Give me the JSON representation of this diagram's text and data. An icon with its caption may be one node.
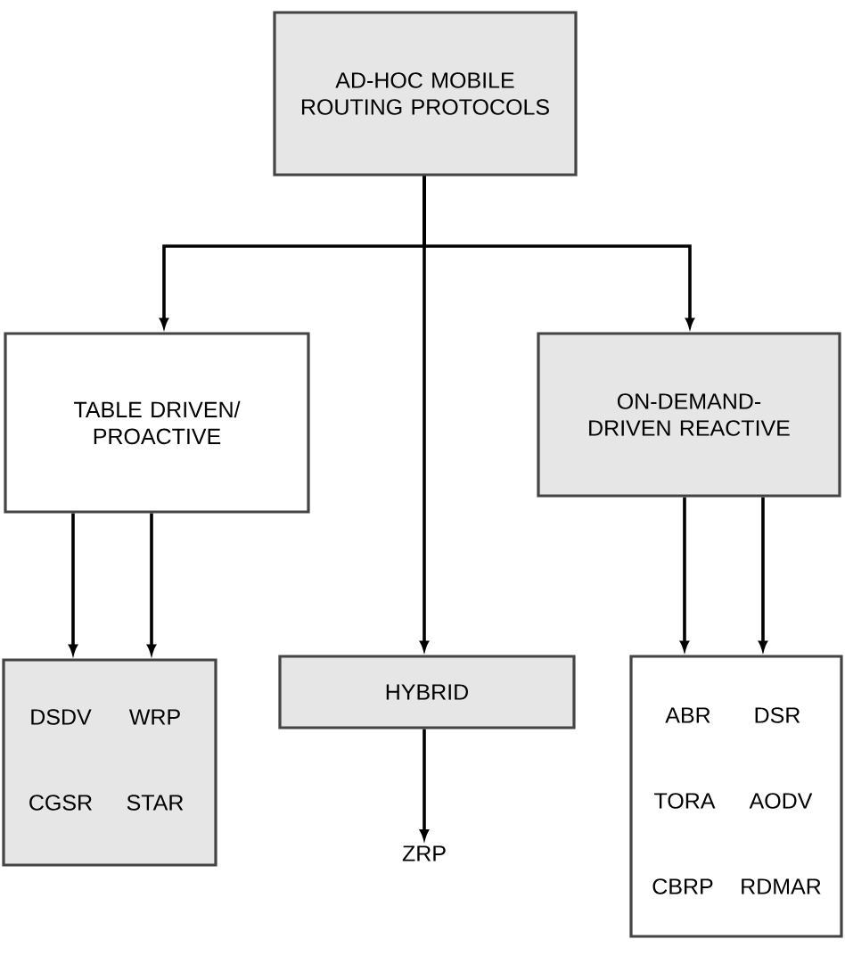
{
  "diagram": {
    "nodes": [
      {
        "text": [
          "AD-HOC MOBILE ROUTING PROTOCOLS"
        ]
      },
      {
        "text": [
          "TABLE DRIVEN/ PROACTIVE"
        ]
      },
      {
        "text": [
          "ON-DEMAND-DRIVEN REACTIVE"
        ]
      },
      {
        "text": [
          "DSDV",
          "WRP",
          "CGSR",
          "STAR"
        ]
      },
      {
        "text": [
          "HYBRID"
        ]
      },
      {
        "text": [
          "ZRP"
        ]
      },
      {
        "text": [
          "ABR",
          "DSR",
          "TORA",
          "AODV",
          "CBRP",
          "RDMAR"
        ]
      }
    ],
    "edges": [
      {
        "from": 0,
        "to": 1,
        "arrow": "to"
      },
      {
        "from": 0,
        "to": 2,
        "arrow": "to"
      },
      {
        "from": 0,
        "to": 4,
        "arrow": "to"
      },
      {
        "from": 1,
        "to": 3,
        "arrow": "to"
      },
      {
        "from": 1,
        "to": 3,
        "arrow": "to"
      },
      {
        "from": 2,
        "to": 6,
        "arrow": "to"
      },
      {
        "from": 2,
        "to": 6,
        "arrow": "to"
      },
      {
        "from": 4,
        "to": 5,
        "arrow": "to"
      }
    ]
  }
}
